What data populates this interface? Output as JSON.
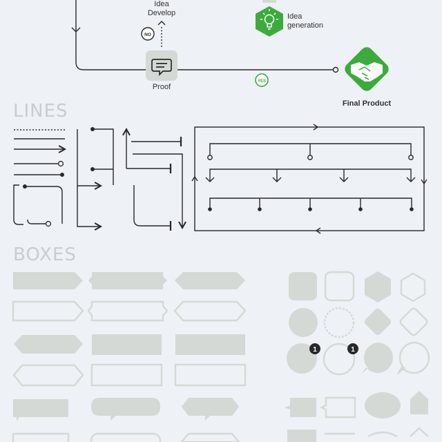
{
  "flowchart": {
    "idea_develop_label": "Idea\nDevelop",
    "idea_generation_label": "Idea\ngeneration",
    "proof_label": "Proof",
    "final_product_label": "Final Product",
    "no_badge": "NO",
    "yes_badge": "YES"
  },
  "sections": {
    "lines_title": "LINES",
    "boxes_title": "BOXES"
  },
  "badges": {
    "first": "1",
    "second": "1"
  },
  "colors": {
    "accent_green": "#3cab3c",
    "line_dark": "#26282a",
    "shape_fill": "#d4d9d6",
    "shape_stroke": "#d4d9d6",
    "background": "#eef1f5"
  },
  "icons": [
    "chat-bubble-icon",
    "lightbulb-icon",
    "handshake-icon"
  ]
}
